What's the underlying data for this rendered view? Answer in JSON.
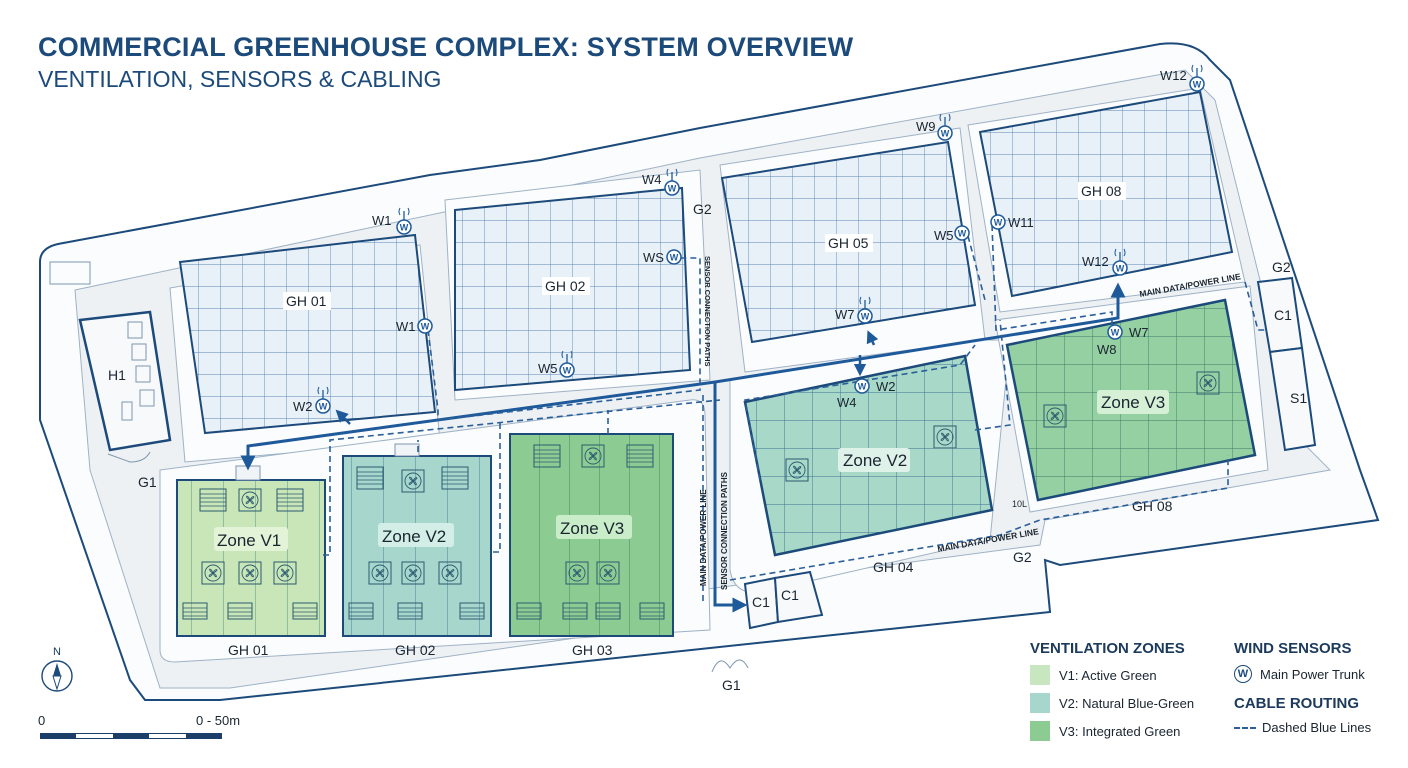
{
  "header": {
    "title": "COMMERCIAL GREENHOUSE COMPLEX: SYSTEM OVERVIEW",
    "subtitle": "VENTILATION, SENSORS & CABLING"
  },
  "colors": {
    "primary_blue": "#1c4a7a",
    "cable_blue": "#2a5f9a",
    "glass_fill": "#e6eff8",
    "road": "#eef1f4",
    "v1_active_green": "#c8e6c0",
    "v2_natural_blue_green": "#a6d6cc",
    "v3_integrated_green": "#8ccc92"
  },
  "buildings": {
    "h1": "H1",
    "gh01_top": "GH 01",
    "gh02_top": "GH 02",
    "gh05": "GH 05",
    "gh08_top": "GH 08",
    "gh01_bottom": "GH 01",
    "gh02_bottom": "GH 02",
    "gh03": "GH 03",
    "gh04": "GH 04",
    "gh08_bottom": "GH 08",
    "c1_east": "C1",
    "s1": "S1",
    "c1_a": "C1",
    "c1_b": "C1"
  },
  "zones": {
    "gh01": "Zone V1",
    "gh02": "Zone V2",
    "gh03": "Zone V3",
    "gh04": "Zone V2",
    "gh08": "Zone V3"
  },
  "gates": {
    "g1_west": "G1",
    "g1_south": "G1",
    "g2_north": "G2",
    "g2_east": "G2",
    "g2_south": "G2"
  },
  "sensors": [
    {
      "id": "W1",
      "label": "W1",
      "location": "GH 01 north"
    },
    {
      "id": "W1b",
      "label": "W1",
      "location": "GH 01 east"
    },
    {
      "id": "W2",
      "label": "W2",
      "location": "GH 01 south"
    },
    {
      "id": "W4",
      "label": "W4",
      "location": "GH 02 north-east"
    },
    {
      "id": "WS",
      "label": "WS",
      "location": "GH 02 east"
    },
    {
      "id": "W5",
      "label": "W5",
      "location": "GH 02 south"
    },
    {
      "id": "W9",
      "label": "W9",
      "location": "GH 05 north-east"
    },
    {
      "id": "W5b",
      "label": "W5",
      "location": "GH 05 east"
    },
    {
      "id": "W7",
      "label": "W7",
      "location": "GH 05 south"
    },
    {
      "id": "W12",
      "label": "W12",
      "location": "GH 08 north-east"
    },
    {
      "id": "W11",
      "label": "W11",
      "location": "GH 08 west"
    },
    {
      "id": "W12b",
      "label": "W12",
      "location": "GH 08 south"
    },
    {
      "id": "W2b",
      "label": "W2",
      "location": "GH 04 north"
    },
    {
      "id": "W4b",
      "label": "W4",
      "location": "GH 04 north"
    },
    {
      "id": "W7b",
      "label": "W7",
      "location": "GH 08 lower north"
    },
    {
      "id": "W8",
      "label": "W8",
      "location": "GH 08 lower north"
    }
  ],
  "cable_labels": {
    "main_line_upper": "MAIN DATA/POWER LINE",
    "main_line_lower": "MAIN DATA/POWER LINE",
    "vertical_main": "MAIN DATA/POWER LINE",
    "vertical_sensor": "SENSOR CONNECTION PATHS",
    "gh02_sensor": "SENSOR CONNECTION PATHS",
    "tag": "10L"
  },
  "legend": {
    "ventilation_title": "VENTILATION ZONES",
    "zones": [
      {
        "label": "V1: Active Green",
        "color": "#c8e6c0"
      },
      {
        "label": "V2: Natural Blue-Green",
        "color": "#a6d6cc"
      },
      {
        "label": "V3: Integrated Green",
        "color": "#8ccc92"
      }
    ],
    "wind_title": "WIND SENSORS",
    "wind_symbol": "W",
    "wind_label": "Main Power Trunk",
    "cable_title": "CABLE ROUTING",
    "cable_label": "Dashed Blue Lines"
  },
  "compass": {
    "north": "N"
  },
  "scale_bar": {
    "start": "0",
    "end": "0 - 50m"
  }
}
